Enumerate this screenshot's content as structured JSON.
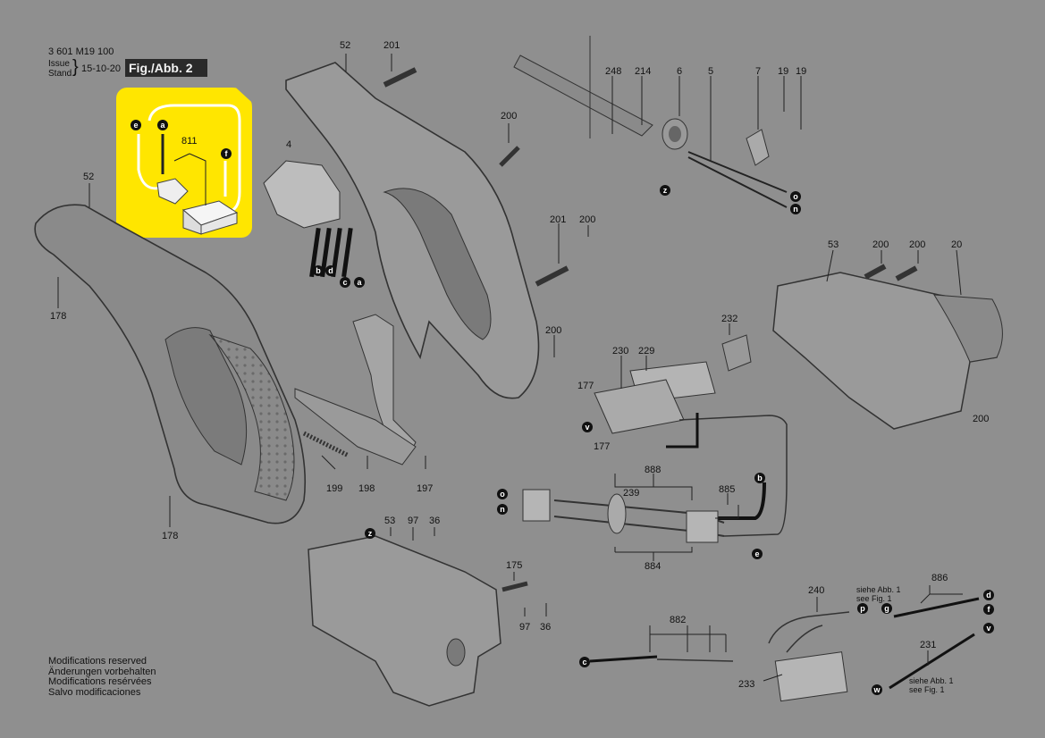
{
  "header": {
    "part_number": "3 601 M19 100",
    "issue_label_en": "Issue",
    "issue_label_de": "Stand",
    "issue_date": "15-10-20",
    "figure_label": "Fig./Abb. 2"
  },
  "notes": [
    "Modifications reserved",
    "Änderungen vorbehalten",
    "Modifications resérvées",
    "Salvo modificaciones"
  ],
  "highlight_color": "#ffe600",
  "callouts": {
    "n811": "811",
    "n52a": "52",
    "n52b": "52",
    "n201a": "201",
    "n200a": "200",
    "n248": "248",
    "n214": "214",
    "n6": "6",
    "n5": "5",
    "n7": "7",
    "n19a": "19",
    "n19b": "19",
    "n4": "4",
    "n178a": "178",
    "n178b": "178",
    "n201b": "201",
    "n200b": "200",
    "n200c": "200",
    "n53a": "53",
    "n200d": "200",
    "n200e": "200",
    "n20": "20",
    "n232": "232",
    "n230": "230",
    "n229": "229",
    "n177a": "177",
    "n177b": "177",
    "n200f": "200",
    "n199": "199",
    "n198": "198",
    "n197": "197",
    "n888": "888",
    "n239": "239",
    "n885": "885",
    "n884": "884",
    "n53b": "53",
    "n97a": "97",
    "n36a": "36",
    "n175": "175",
    "n97b": "97",
    "n36b": "36",
    "n240": "240",
    "n886": "886",
    "n882": "882",
    "n231": "231",
    "n233": "233",
    "siehe1": "siehe Abb. 1",
    "see1": "see Fig. 1",
    "siehe2": "siehe Abb. 1",
    "see2": "see Fig. 1"
  },
  "wire_tags": {
    "e1": "e",
    "a1": "a",
    "f1": "f",
    "b1": "b",
    "d1": "d",
    "c1": "c",
    "a2": "a",
    "z1": "z",
    "o1": "o",
    "n1": "n",
    "v1": "v",
    "b2": "b",
    "o2": "o",
    "n2": "n",
    "e2": "e",
    "z2": "z",
    "p1": "p",
    "g1": "g",
    "d2": "d",
    "f2": "f",
    "c2": "c",
    "v2": "v",
    "w1": "w"
  }
}
